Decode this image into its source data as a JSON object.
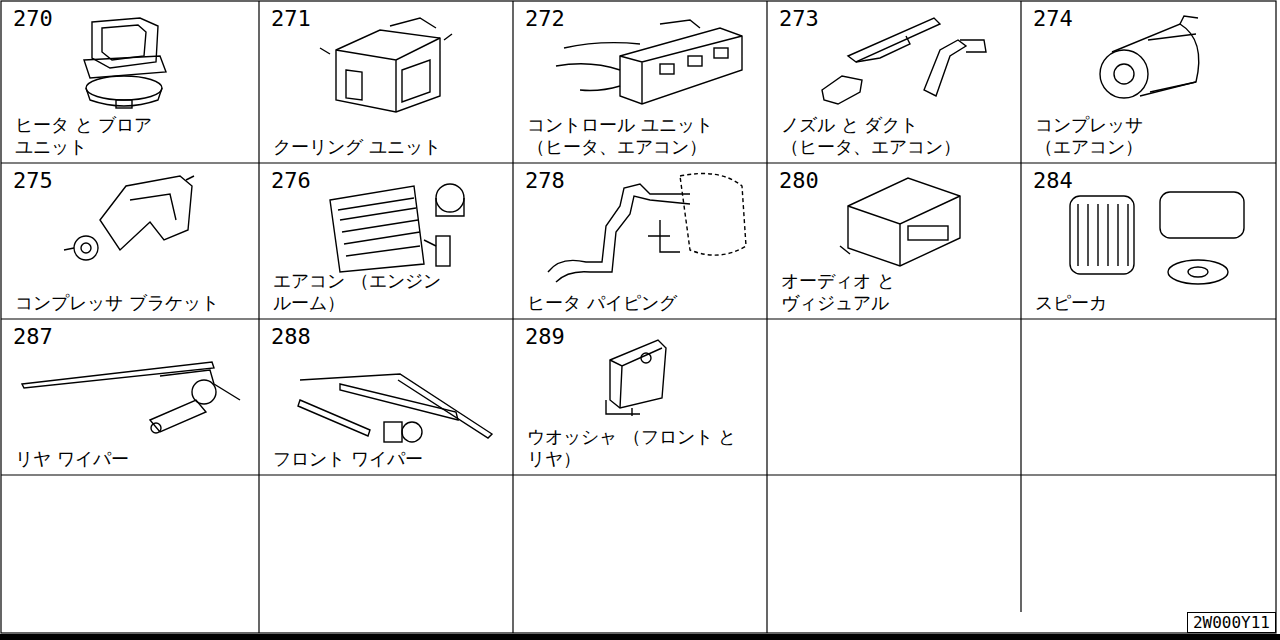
{
  "diagram": {
    "nodes": [
      {
        "text": [
          "270",
          "ヒータ と ブロア ユニット"
        ]
      },
      {
        "text": [
          "271",
          "クーリング ユニット"
        ]
      },
      {
        "text": [
          "272",
          "コントロール ユニット （ヒータ、エアコン）"
        ]
      },
      {
        "text": [
          "273",
          "ノズル と ダクト （ヒータ、エアコン）"
        ]
      },
      {
        "text": [
          "274",
          "コンプレッサ （エアコン）"
        ]
      },
      {
        "text": [
          "275",
          "コンプレッサ ブラケット"
        ]
      },
      {
        "text": [
          "276",
          "エアコン （エンジン ルーム）"
        ]
      },
      {
        "text": [
          "278",
          "ヒータ パイピング"
        ]
      },
      {
        "text": [
          "280",
          "オーディオ と ヴィジュアル"
        ]
      },
      {
        "text": [
          "284",
          "スピーカ"
        ]
      },
      {
        "text": [
          "287",
          "リヤ ワイパー"
        ]
      },
      {
        "text": [
          "288",
          "フロント ワイパー"
        ]
      },
      {
        "text": [
          "289",
          "ウオッシャ （フロント と リヤ）"
        ]
      },
      {
        "text": [
          "2W000Y11"
        ]
      }
    ]
  }
}
